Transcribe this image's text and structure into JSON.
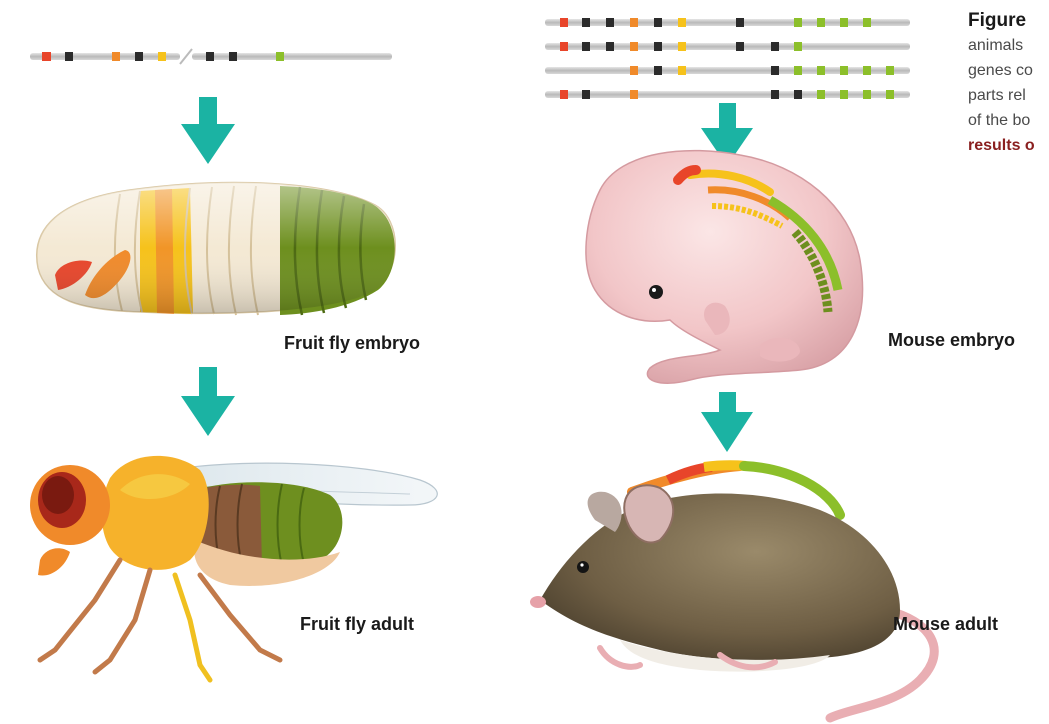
{
  "labels": {
    "fly_embryo": "Fruit fly embryo",
    "fly_adult": "Fruit fly adult",
    "mouse_embryo": "Mouse embryo",
    "mouse_adult": "Mouse adult"
  },
  "caption": {
    "figure": "Figure",
    "line1": "animals",
    "line2": "genes co",
    "line3": "parts rel",
    "line4": "of the bo",
    "line5": "results o"
  },
  "colors": {
    "arrow": "#1bb3a3",
    "gene_red": "#e8452a",
    "gene_orange": "#f08a2a",
    "gene_yellow": "#f6c21b",
    "gene_black": "#2b2b2b",
    "gene_green": "#8cbf2a",
    "chromosome": "#c8c8c8"
  }
}
